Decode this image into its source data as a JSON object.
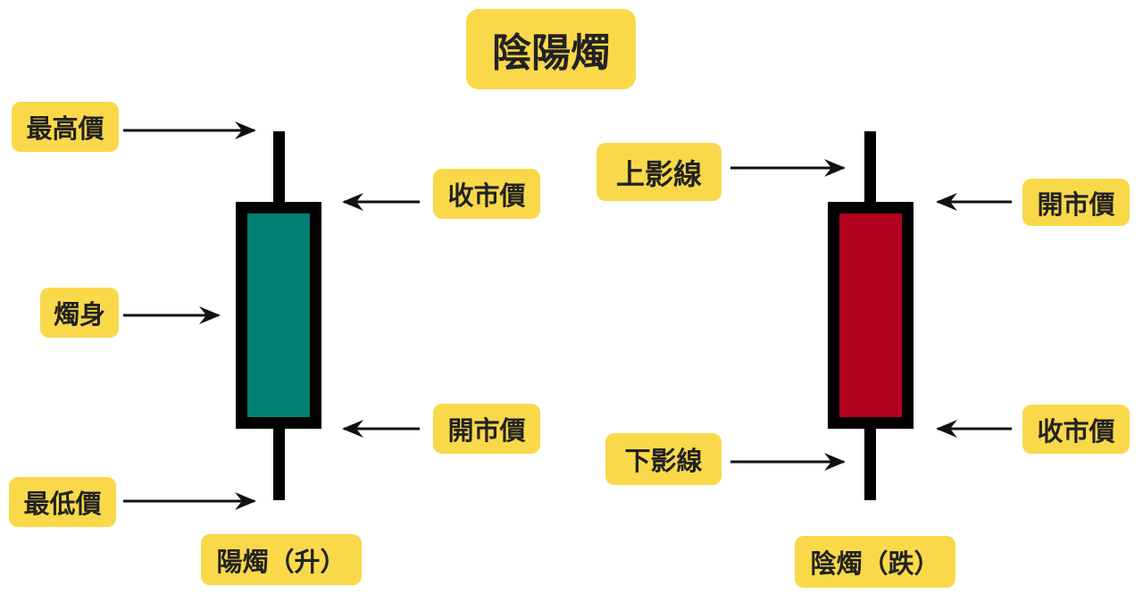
{
  "title": "陰陽燭",
  "colors": {
    "label_bg": "#f9d94a",
    "bullish_body": "#007f73",
    "bearish_body": "#b0001e",
    "outline": "#000000"
  },
  "bullish": {
    "caption": "陽燭（升）",
    "labels": {
      "high": "最高價",
      "close": "收市價",
      "body": "燭身",
      "open": "開市價",
      "low": "最低價"
    }
  },
  "bearish": {
    "caption": "陰燭（跌）",
    "labels": {
      "upper_shadow": "上影線",
      "open": "開市價",
      "close": "收市價",
      "lower_shadow": "下影線"
    }
  }
}
